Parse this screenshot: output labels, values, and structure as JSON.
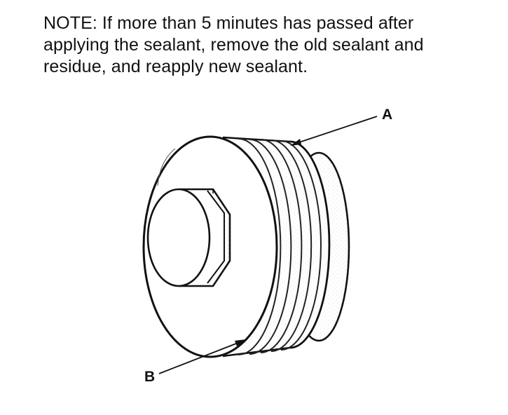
{
  "note": {
    "lines": [
      "NOTE: If more than 5 minutes has passed after",
      "applying the sealant, remove the old sealant and",
      "residue, and reapply new sealant."
    ]
  },
  "callouts": {
    "a": "A",
    "b": "B"
  },
  "colors": {
    "ink": "#111111",
    "background": "#ffffff",
    "shading": "#9a9a9a"
  },
  "icons": {
    "part": "threaded-plug-with-hex-head"
  }
}
